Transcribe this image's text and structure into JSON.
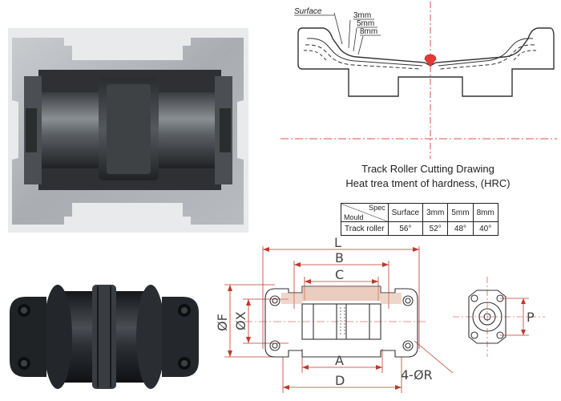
{
  "cutting_drawing": {
    "callouts": [
      "Surface",
      "3mm",
      "5mm",
      "8mm"
    ]
  },
  "heading": {
    "line1": "Track Roller Cutting Drawing",
    "line2": "Heat trea tment of hardness, (HRC)"
  },
  "hardness_table": {
    "corner_top": "Spec",
    "corner_bottom": "Mould",
    "columns": [
      "Surface",
      "3mm",
      "5mm",
      "8mm"
    ],
    "rows": [
      {
        "label": "Track roller",
        "values": [
          "56°",
          "52°",
          "48°",
          "40°"
        ]
      }
    ]
  },
  "dimension_drawing": {
    "labels": {
      "L": "L",
      "B": "B",
      "C": "C",
      "A": "A",
      "D": "D",
      "F": "ØF",
      "X": "ØX",
      "R": "4-ØR",
      "P": "P"
    }
  },
  "colors": {
    "dimension_lines": "#c0392b",
    "drawing_lines": "#333333",
    "roller_body": "#2b2d30",
    "hardness_marker": "#e53935"
  }
}
